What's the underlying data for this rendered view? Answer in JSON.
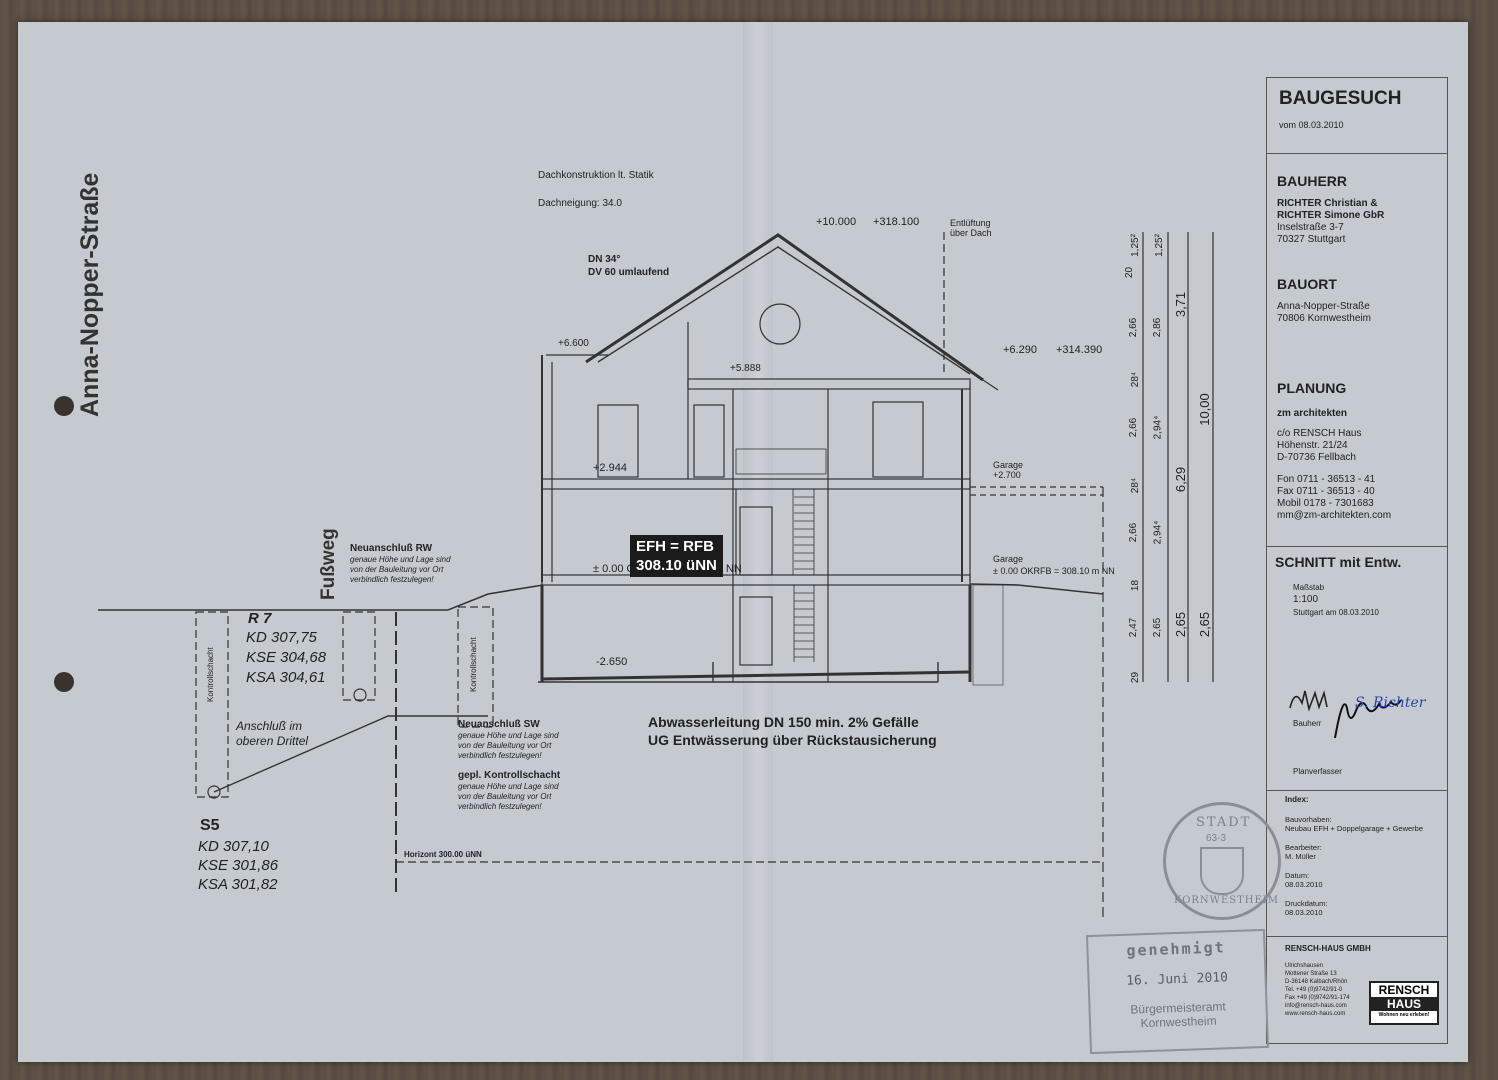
{
  "title_block": {
    "title": "BAUGESUCH",
    "date": "vom 08.03.2010",
    "bauherr_label": "BAUHERR",
    "bauherr_lines": [
      "RICHTER Christian &",
      "RICHTER Simone  GbR",
      "Inselstraße 3-7",
      "70327 Stuttgart"
    ],
    "bauort_label": "BAUORT",
    "bauort_lines": [
      "Anna-Nopper-Straße",
      "70806 Kornwestheim"
    ],
    "planung_label": "PLANUNG",
    "planung_firm": "zm architekten",
    "planung_lines": [
      "c/o RENSCH Haus",
      "Höhenstr. 21/24",
      "D-70736 Fellbach"
    ],
    "contact_lines": [
      "Fon  0711 - 36513 - 41",
      "Fax  0711 - 36513 - 40",
      "Mobil  0178 - 7301683",
      "mm@zm-architekten.com"
    ],
    "schnitt_label": "SCHNITT mit Entw.",
    "massstab_label": "Maßstab",
    "massstab": "1:100",
    "stuttgart_date": "Stuttgart am 08.03.2010",
    "bauherr_sig_label": "Bauherr",
    "planverfasser_label": "Planverfasser",
    "signature_1": "S. Richter",
    "index_label": "Index:",
    "bauvorhaben_label": "Bauvorhaben:",
    "bauvorhaben": "Neubau EFH + Doppelgarage + Gewerbe",
    "bearbeiter_label": "Bearbeiter:",
    "bearbeiter": "M. Müller",
    "datum_label": "Datum:",
    "datum": "08.03.2010",
    "druckdatum_label": "Druckdatum:",
    "druckdatum": "08.03.2010",
    "company": "RENSCH-HAUS GMBH",
    "company_lines": [
      "Ulrichshausen",
      "Mottener Straße 13",
      "D-36148 Kalbach/Rhön",
      "",
      "Tel. +49 (0)9742/91-0",
      "Fax +49 (0)9742/91-174",
      "info@rensch-haus.com",
      "www.rensch-haus.com"
    ],
    "logo_line1": "RENSCH",
    "logo_line2": "HAUS",
    "logo_tag": "Wohnen neu erleben!"
  },
  "stamp": {
    "line1": "genehmigt",
    "date": "16. Juni 2010",
    "line3": "Bürgermeisteramt",
    "line4": "Kornwestheim"
  },
  "seal": {
    "top": "STADT",
    "year": "63-3",
    "bottom": "KORNWESTHEIM"
  },
  "drawing": {
    "dach_konstruktion": "Dachkonstruktion lt. Statik",
    "dachneigung": "Dachneigung: 34.0",
    "dn": "DN 34°",
    "dv": "DV 60 umlaufend",
    "ridge_level": "+10.000",
    "ridge_abs": "+318.100",
    "entlueftung": "Entlüftung\nüber Dach",
    "eave_right": "+6.290",
    "eave_right_abs": "+314.390",
    "eave_left": "+6.600",
    "attic_floor": "+5.888",
    "upper_floor": "+2.944",
    "garage1": "Garage\n+2.700",
    "garage2": "Garage",
    "okrfb_right": "± 0.00 OKRFB = 308.10 m NN",
    "okrfb_left": "± 0.00 OKRFB = 308.10 m NN",
    "basement": "-2.650",
    "efh_line1": "EFH = RFB",
    "efh_line2": "308.10 üNN",
    "street": "Anna-Nopper-Straße",
    "fussweg": "Fußweg",
    "neuanschluss_rw": "Neuanschluß RW",
    "neuanschluss_rw_note": "genaue Höhe und Lage sind\nvon der Bauleitung vor Ort\nverbindlich festzulegen!",
    "r7": "R 7",
    "r7_values": [
      "KD 307,75",
      "KSE 304,68",
      "KSA 304,61"
    ],
    "kontrollschacht": "Kontrollschacht",
    "anschluss": "Anschluß im\noberen Drittel",
    "s5": "S5",
    "s5_values": [
      "KD 307,10",
      "KSE 301,86",
      "KSA 301,82"
    ],
    "neuanschluss_sw": "Neuanschluß SW",
    "neuanschluss_sw_note": "genaue Höhe und Lage sind\nvon der Bauleitung vor Ort\nverbindlich festzulegen!",
    "gepl_kontroll": "gepl. Kontrollschacht",
    "gepl_kontroll_note": "genaue Höhe und Lage sind\nvon der Bauleitung vor Ort\nverbindlich festzulegen!",
    "abwasser_line1": "Abwasserleitung DN 150 min. 2% Gefälle",
    "abwasser_line2": "UG Entwässerung über Rückstausicherung",
    "horizont": "Horizont 300.00 üNN",
    "dims_col1": [
      "1,25²",
      "2,66",
      "28⁴",
      "2,66",
      "28⁴",
      "2,66",
      "18",
      "2,47",
      "29"
    ],
    "dims_col1_top": "20",
    "dims_col2": [
      "1,25²",
      "2,86",
      "2,94⁴",
      "2,94⁴",
      "2,65"
    ],
    "dims_col3": [
      "3,71",
      "6,29",
      "2,65"
    ],
    "dims_col4": [
      "10,00",
      "2,65"
    ]
  }
}
